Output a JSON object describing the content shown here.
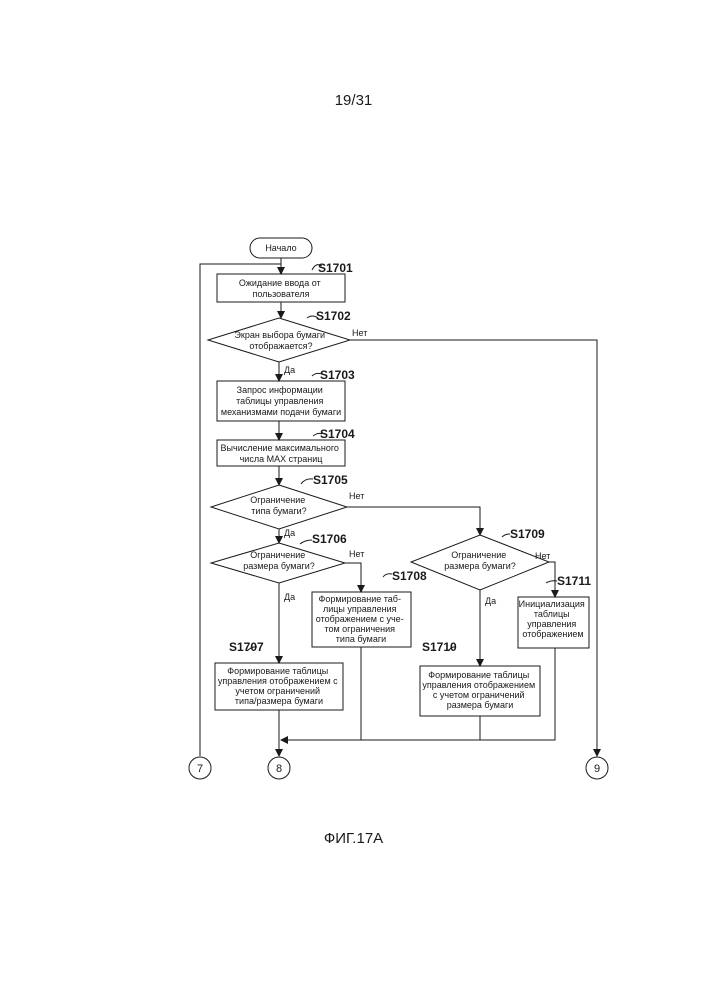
{
  "page_number": "19/31",
  "figure_caption": "ФИГ.17А",
  "flowchart": {
    "start": "Начало",
    "s1701": {
      "step": "S1701",
      "lines": [
        "Ожидание ввода от",
        "пользователя"
      ]
    },
    "s1702": {
      "step": "S1702",
      "lines": [
        "Экран выбора бумаги",
        "отображается?"
      ],
      "yes": "Да",
      "no": "Нет"
    },
    "s1703": {
      "step": "S1703",
      "lines": [
        "Запрос информации",
        "таблицы управления",
        "механизмами подачи бумаги"
      ]
    },
    "s1704": {
      "step": "S1704",
      "lines": [
        "Вычисление максимального",
        "числа MAX страниц"
      ]
    },
    "s1705": {
      "step": "S1705",
      "lines": [
        "Ограничение",
        "типа бумаги?"
      ],
      "yes": "Да",
      "no": "Нет"
    },
    "s1706": {
      "step": "S1706",
      "lines": [
        "Ограничение",
        "размера бумаги?"
      ],
      "yes": "Да",
      "no": "Нет"
    },
    "s1707": {
      "step": "S1707",
      "lines": [
        "Формирование таблицы",
        "управления отображением с",
        "учетом ограничений",
        "типа/размера бумаги"
      ]
    },
    "s1708": {
      "step": "S1708",
      "lines": [
        "Формирование таб-",
        "лицы управления",
        "отображением с уче-",
        "том ограничения",
        "типа бумаги"
      ]
    },
    "s1709": {
      "step": "S1709",
      "lines": [
        "Ограничение",
        "размера бумаги?"
      ],
      "yes": "Да",
      "no": "Нет"
    },
    "s1710": {
      "step": "S1710",
      "lines": [
        "Формирование таблицы",
        "управления отображением",
        "с учетом ограничений",
        "размера бумаги"
      ]
    },
    "s1711": {
      "step": "S1711",
      "lines": [
        "Инициализация",
        "таблицы",
        "управления",
        "отображением"
      ]
    },
    "connectors": {
      "c7": "7",
      "c8": "8",
      "c9": "9"
    }
  }
}
